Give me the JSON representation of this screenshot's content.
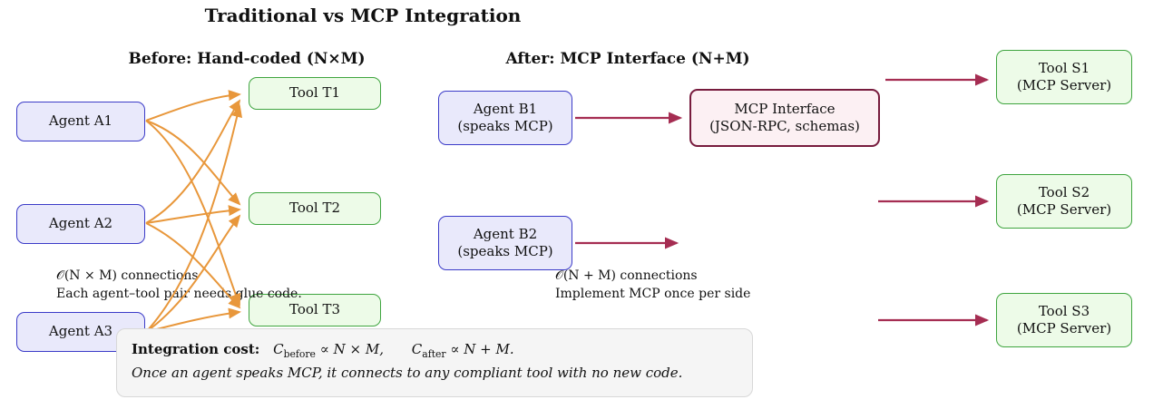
{
  "title": "Traditional vs MCP Integration",
  "colors": {
    "agent_fill": "#E9E9FB",
    "agent_border": "#3B3BC8",
    "tool_fill": "#EDFBE8",
    "tool_border": "#3FA53F",
    "mcp_fill": "#FCF0F3",
    "mcp_border": "#771B3D",
    "before_arrow": "#E8973B",
    "after_arrow": "#A52D52",
    "cost_box_fill": "#F5F5F5",
    "cost_box_border": "#D8D8D8"
  },
  "before": {
    "heading": "Before: Hand-coded (N×M)",
    "agents": [
      {
        "label": "Agent A1"
      },
      {
        "label": "Agent A2"
      },
      {
        "label": "Agent A3"
      }
    ],
    "tools": [
      {
        "label": "Tool T1"
      },
      {
        "label": "Tool T2"
      },
      {
        "label": "Tool T3"
      }
    ],
    "note_line1": "𝒪(N × M) connections",
    "note_line2": "Each agent–tool pair needs glue code."
  },
  "after": {
    "heading": "After: MCP Interface (N+M)",
    "agents": [
      {
        "line1": "Agent B1",
        "line2": "(speaks MCP)"
      },
      {
        "line1": "Agent B2",
        "line2": "(speaks MCP)"
      }
    ],
    "interface": {
      "line1": "MCP Interface",
      "line2": "(JSON-RPC, schemas)"
    },
    "servers": [
      {
        "line1": "Tool S1",
        "line2": "(MCP Server)"
      },
      {
        "line1": "Tool S2",
        "line2": "(MCP Server)"
      },
      {
        "line1": "Tool S3",
        "line2": "(MCP Server)"
      }
    ],
    "note_line1": "𝒪(N + M) connections",
    "note_line2": "Implement MCP once per side"
  },
  "cost": {
    "label": "Integration cost:",
    "c1": "C",
    "c1_sub": "before",
    "c1_rel": " ∝ N × M,",
    "c2": "C",
    "c2_sub": "after",
    "c2_rel": " ∝ N + M.",
    "note": "Once an agent speaks MCP, it connects to any compliant tool with no new code."
  }
}
